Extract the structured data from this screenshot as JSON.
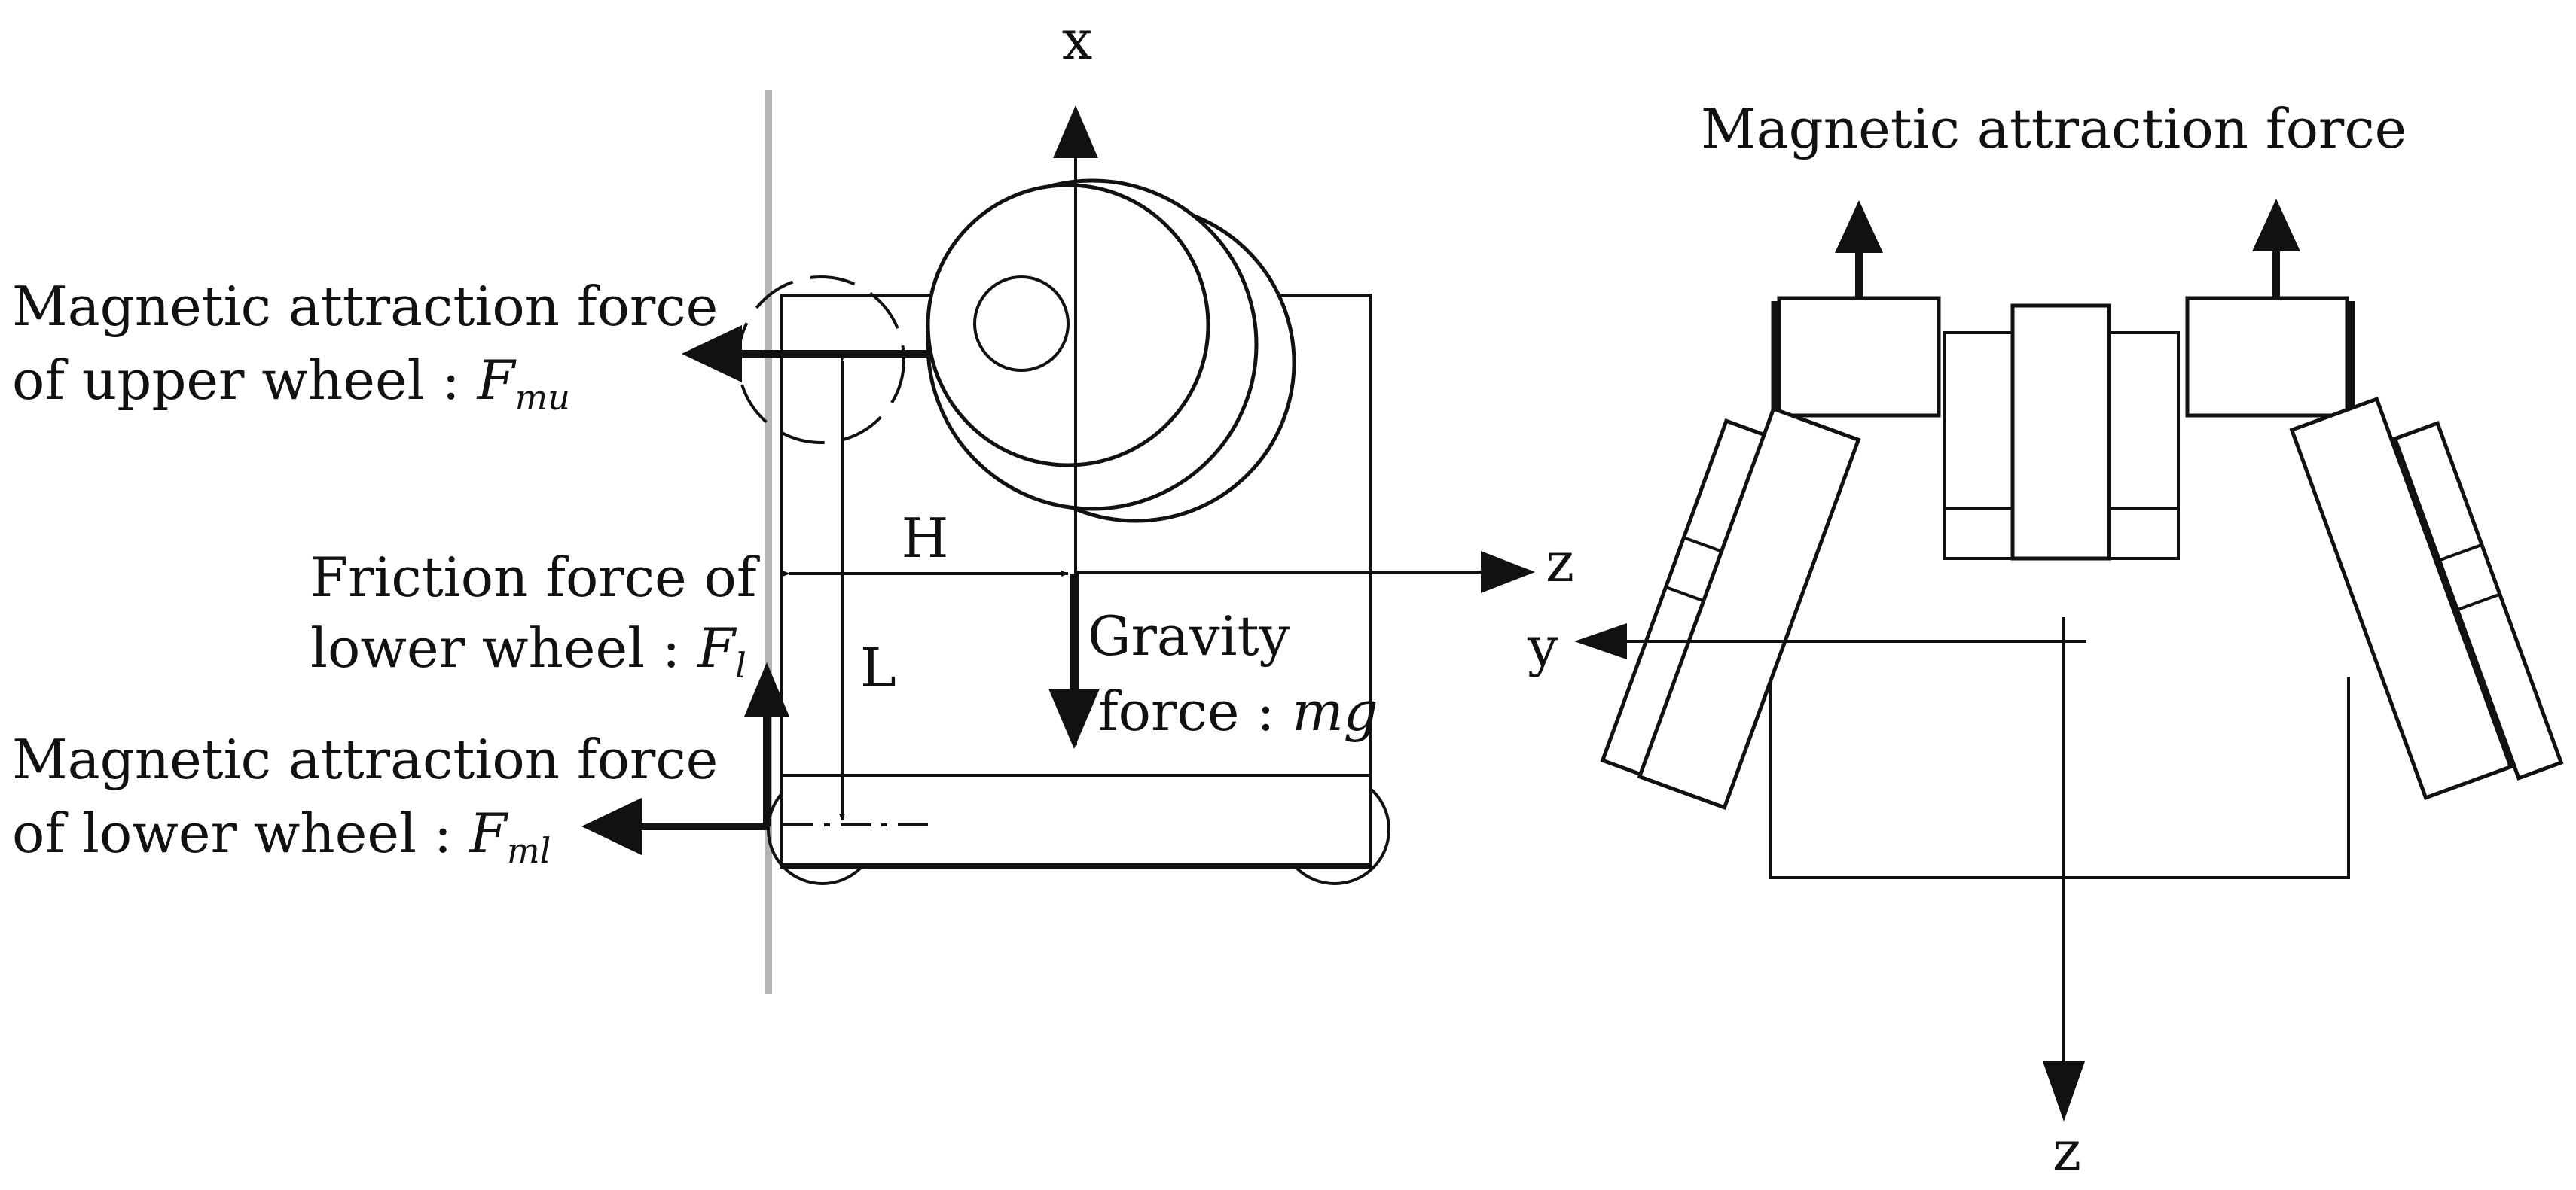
{
  "figure": {
    "left": {
      "axis_x": "x",
      "axis_z": "z",
      "dim_h": "H",
      "dim_l": "L",
      "upper_force": {
        "line1": "Magnetic attraction force",
        "line2": "of upper  wheel : ",
        "symbol": "F",
        "subscript": "mu"
      },
      "friction_force": {
        "line1": "Friction force of",
        "line2": "lower wheel : ",
        "symbol": "F",
        "subscript": "l"
      },
      "lower_force": {
        "line1": "Magnetic attraction force",
        "line2": "of lower wheel : ",
        "symbol": "F",
        "subscript": "ml"
      },
      "gravity": {
        "line1": "Gravity",
        "line2": "force : ",
        "symbol": "mg"
      }
    },
    "right": {
      "title": "Magnetic attraction force",
      "axis_y": "y",
      "axis_z": "z"
    }
  }
}
